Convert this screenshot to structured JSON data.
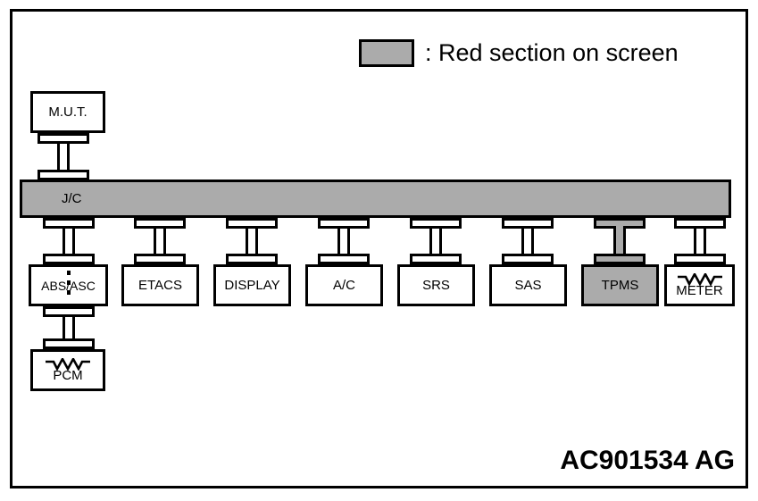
{
  "legend": {
    "swatch_color": "#ababab",
    "text": ": Red section on screen"
  },
  "diagram": {
    "bus": {
      "label": "J/C",
      "highlighted": true,
      "fill_color": "#ababab"
    },
    "tool": {
      "label": "M.U.T."
    },
    "modules": [
      {
        "label": "ABS/ASC",
        "highlighted": false,
        "has_divider": true,
        "has_resistor": false
      },
      {
        "label": "ETACS",
        "highlighted": false,
        "has_divider": false,
        "has_resistor": false
      },
      {
        "label": "DISPLAY",
        "highlighted": false,
        "has_divider": false,
        "has_resistor": false
      },
      {
        "label": "A/C",
        "highlighted": false,
        "has_divider": false,
        "has_resistor": false
      },
      {
        "label": "SRS",
        "highlighted": false,
        "has_divider": false,
        "has_resistor": false
      },
      {
        "label": "SAS",
        "highlighted": false,
        "has_divider": false,
        "has_resistor": false
      },
      {
        "label": "TPMS",
        "highlighted": true,
        "has_divider": false,
        "has_resistor": false
      },
      {
        "label": "METER",
        "highlighted": false,
        "has_divider": false,
        "has_resistor": true
      }
    ],
    "engine_module": {
      "label": "PCM",
      "has_resistor": true
    }
  },
  "part_number": "AC901534 AG",
  "colors": {
    "line": "#000000",
    "background": "#ffffff",
    "highlight": "#ababab"
  }
}
